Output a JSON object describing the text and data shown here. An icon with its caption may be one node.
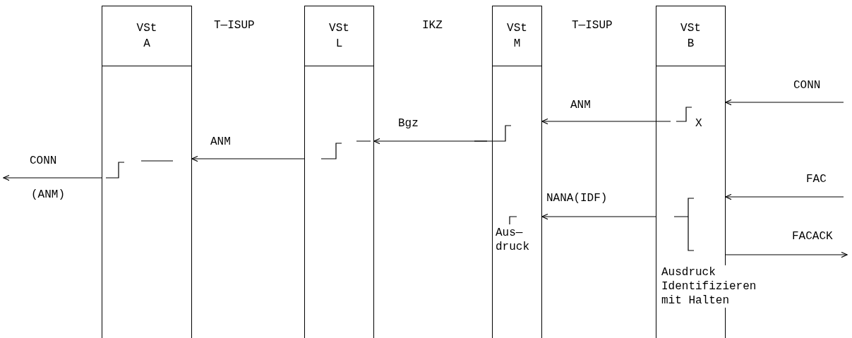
{
  "diagram": {
    "nodes": [
      {
        "text": [
          "VSt A"
        ]
      },
      {
        "text": [
          "VSt L"
        ]
      },
      {
        "text": [
          "VSt M"
        ]
      },
      {
        "text": [
          "VSt B"
        ]
      }
    ],
    "edges": [
      {
        "from": null,
        "to": 3,
        "arrow": "to",
        "label": "CONN"
      },
      {
        "from": 3,
        "to": 2,
        "arrow": "to",
        "label": "ANM"
      },
      {
        "from": 2,
        "to": 1,
        "arrow": "to",
        "label": "Bgz"
      },
      {
        "from": 1,
        "to": 0,
        "arrow": "to",
        "label": "ANM"
      },
      {
        "from": 0,
        "to": null,
        "arrow": "to",
        "label": "CONN"
      },
      {
        "from": null,
        "to": 3,
        "arrow": "to",
        "label": "FAC"
      },
      {
        "from": 3,
        "to": 2,
        "arrow": "to",
        "label": "NANA(IDF)"
      },
      {
        "from": 3,
        "to": null,
        "arrow": "to",
        "label": "FACACK"
      }
    ],
    "labels": [
      "T—ISUP",
      "IKZ",
      "T—ISUP",
      "X",
      "(ANM)",
      "Aus—druck",
      "Ausdruck Identifizieren mit Halten"
    ]
  }
}
